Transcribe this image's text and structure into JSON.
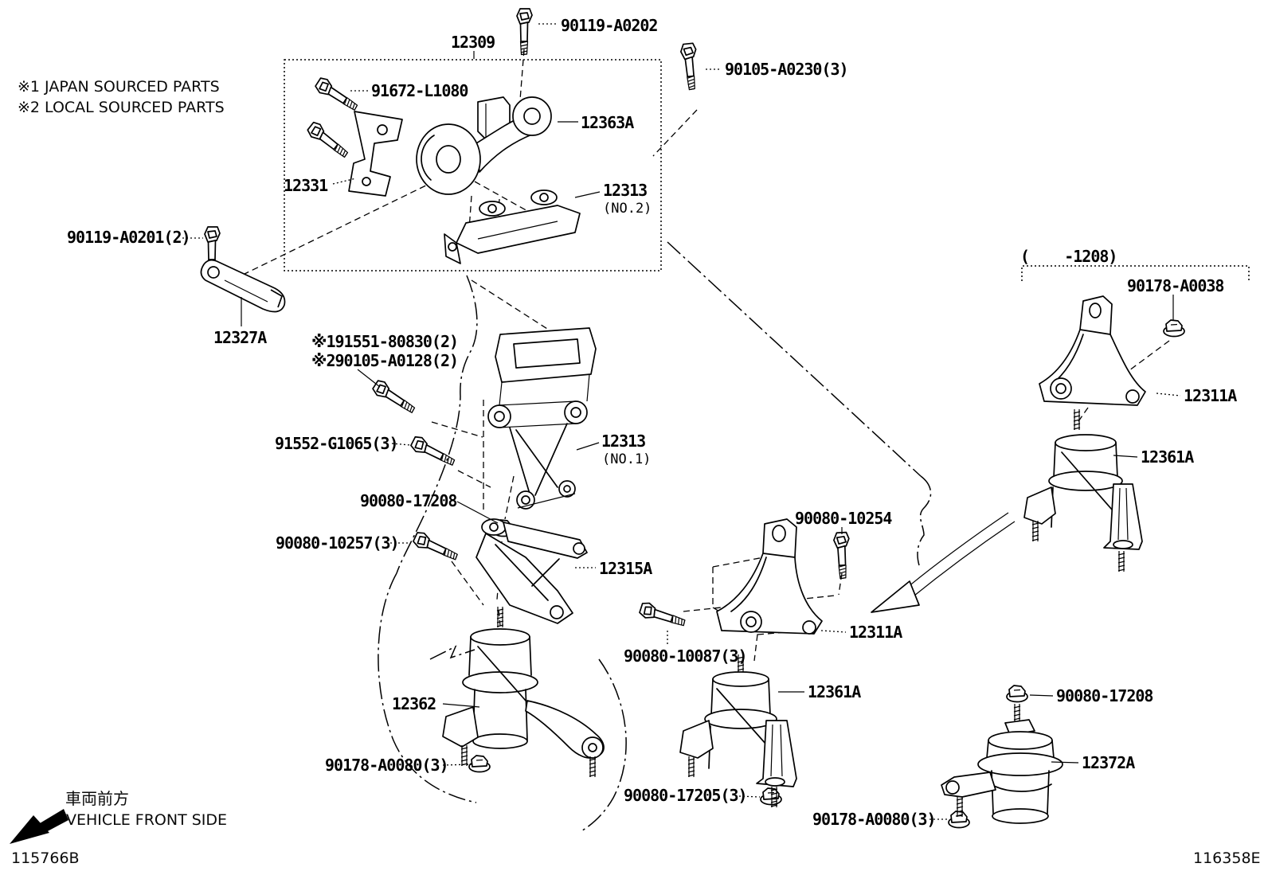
{
  "notes": {
    "note1": "※1 JAPAN SOURCED PARTS",
    "note2": "※2 LOCAL SOURCED PARTS"
  },
  "range_note": "(    -1208)",
  "parts": {
    "p12309": "12309",
    "p90119_A0202": "90119-A0202",
    "p91672_L1080": "91672-L1080",
    "p12363A": "12363A",
    "p12331": "12331",
    "p90105_A0230": "90105-A0230(3)",
    "p12313": "12313",
    "no2": "(NO.2)",
    "no1": "(NO.1)",
    "p90119_A0201": "90119-A0201(2)",
    "p12327A": "12327A",
    "p191551_80830": "※191551-80830(2)",
    "p290105_A0128": "※290105-A0128(2)",
    "p91552_G1065": "91552-G1065(3)",
    "p90080_17208": "90080-17208",
    "p90080_10257": "90080-10257(3)",
    "p12315A": "12315A",
    "p90080_10254": "90080-10254",
    "p12311A": "12311A",
    "p90080_10087": "90080-10087(3)",
    "p12362": "12362",
    "p90178_A0080": "90178-A0080(3)",
    "p12361A": "12361A",
    "p90080_17205": "90080-17205(3)",
    "p90178_A0038": "90178-A0038",
    "p12372A": "12372A"
  },
  "footer": {
    "front_label_jp": "車両前方",
    "front_label_en": "VEHICLE FRONT SIDE",
    "code_left": "115766B",
    "code_right": "116358E"
  }
}
